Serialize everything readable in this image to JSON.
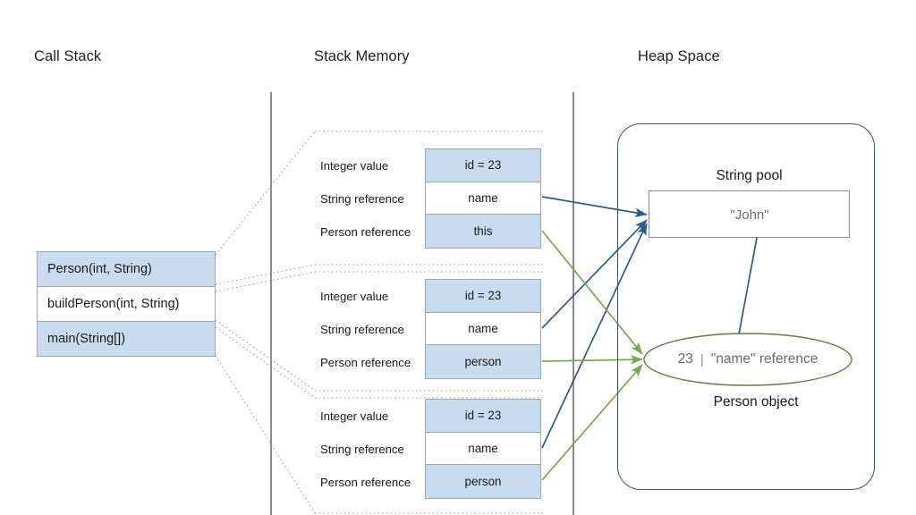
{
  "diagram": {
    "columns": [
      {
        "id": "call-stack",
        "title": "Call Stack"
      },
      {
        "id": "stack-memory",
        "title": "Stack Memory"
      },
      {
        "id": "heap-space",
        "title": "Heap Space"
      }
    ],
    "call_stack": {
      "frames": [
        {
          "label": "Person(int, String)",
          "filled": true
        },
        {
          "label": "buildPerson(int, String)",
          "filled": false
        },
        {
          "label": "main(String[])",
          "filled": true
        }
      ]
    },
    "stack_memory": {
      "row_labels": [
        "Integer value",
        "String reference",
        "Person reference"
      ],
      "frames": [
        {
          "owner": "Person(int, String)",
          "cells": [
            {
              "value": "id = 23",
              "filled": true
            },
            {
              "value": "name",
              "filled": false
            },
            {
              "value": "this",
              "filled": true
            }
          ]
        },
        {
          "owner": "buildPerson(int, String)",
          "cells": [
            {
              "value": "id = 23",
              "filled": true
            },
            {
              "value": "name",
              "filled": false
            },
            {
              "value": "person",
              "filled": true
            }
          ]
        },
        {
          "owner": "main(String[])",
          "cells": [
            {
              "value": "id = 23",
              "filled": true
            },
            {
              "value": "name",
              "filled": false
            },
            {
              "value": "person",
              "filled": true
            }
          ]
        }
      ]
    },
    "heap_space": {
      "string_pool": {
        "title": "String pool",
        "entry": "\"John\""
      },
      "person_object": {
        "caption": "Person object",
        "field_id": "23",
        "separator": "|",
        "field_name": "\"name\" reference"
      }
    },
    "colors": {
      "cell_fill": "#c9dbef",
      "cell_border": "#9aa7b4",
      "heap_border": "#3c5878",
      "string_arrow": "#2e5c8a",
      "object_arrow": "#7aa653",
      "connector": "#9b9b9b",
      "divider": "#8c8c8c",
      "muted_text": "#6b6b6b"
    }
  }
}
